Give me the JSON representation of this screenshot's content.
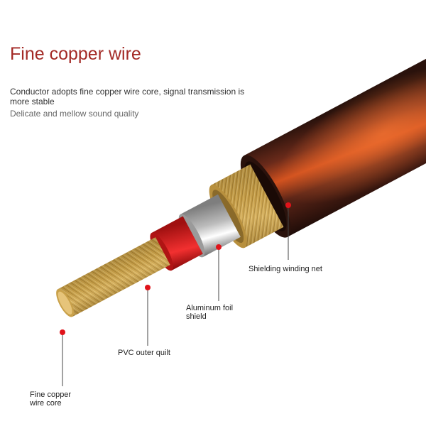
{
  "header": {
    "title": "Fine copper wire",
    "desc_line1": "Conductor adopts fine copper wire core, signal transmission is",
    "desc_line2": "more stable",
    "desc_line3": "Delicate and mellow sound quality"
  },
  "labels": {
    "shielding": "Shielding winding net",
    "aluminum_line1": "Aluminum foil",
    "aluminum_line2": "shield",
    "pvc": "PVC outer quilt",
    "core_line1": "Fine copper",
    "core_line2": "wire core"
  },
  "colors": {
    "title": "#a32a26",
    "jacket_dark": "#3a1a14",
    "jacket_glow": "#d0501e",
    "copper": "#c9a14a",
    "pvc_red": "#d21a1a",
    "foil": "#d9d9d9",
    "marker_red": "#e0131a"
  }
}
